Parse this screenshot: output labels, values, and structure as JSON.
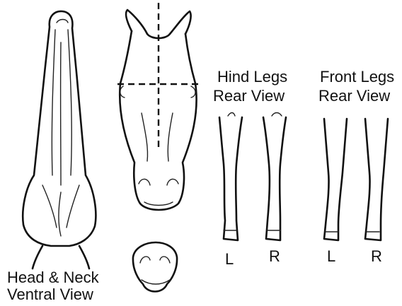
{
  "labels": {
    "head_neck": {
      "line1": "Head & Neck",
      "line2": "Ventral View"
    },
    "hind_legs": {
      "line1": "Hind Legs",
      "line2": "Rear View"
    },
    "front_legs": {
      "line1": "Front Legs",
      "line2": "Rear View"
    },
    "hind_left": "L",
    "hind_right": "R",
    "front_left": "L",
    "front_right": "R"
  },
  "colors": {
    "ink": "#111111",
    "background": "#ffffff"
  }
}
